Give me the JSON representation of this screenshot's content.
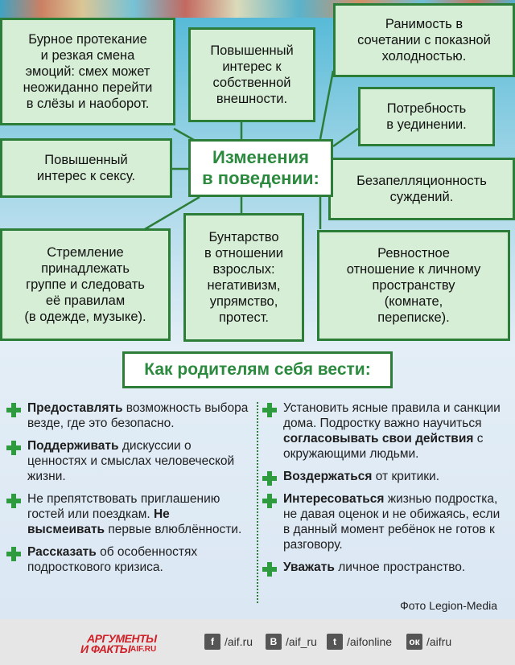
{
  "behavior": {
    "title_line1": "Изменения",
    "title_line2": "в поведении:",
    "boxes": [
      {
        "lines": [
          "Бурное протекание",
          "и резкая смена",
          "эмоций: смех может",
          "неожиданно перейти",
          "в слёзы и наоборот."
        ]
      },
      {
        "lines": [
          "Повышенный",
          "интерес к",
          "собственной",
          "внешности."
        ]
      },
      {
        "lines": [
          "Ранимость в",
          "сочетании с показной",
          "холодностью."
        ]
      },
      {
        "lines": [
          "Потребность",
          "в уединении."
        ]
      },
      {
        "lines": [
          "Повышенный",
          "интерес к сексу."
        ]
      },
      {
        "lines": [
          "Безапелляционность",
          "суждений."
        ]
      },
      {
        "lines": [
          "Стремление",
          "принадлежать",
          "группе и следовать",
          "её правилам",
          "(в одежде, музыке)."
        ]
      },
      {
        "lines": [
          "Бунтарство",
          "в отношении",
          "взрослых:",
          "негативизм,",
          "упрямство,",
          "протест."
        ]
      },
      {
        "lines": [
          "Ревностное",
          "отношение к личному",
          "пространству",
          "(комнате,",
          "переписке)."
        ]
      }
    ]
  },
  "parents": {
    "title": "Как родителям себя вести:",
    "left": [
      {
        "bold": "Предоставлять",
        "rest": " возможность выбора везде, где это безопасно."
      },
      {
        "bold": "Поддерживать",
        "rest": " дискуссии о ценностях и смыслах человеческой жизни."
      },
      {
        "pre": "Не препятствовать приглашению гостей или поездкам. ",
        "bold": "Не высмеивать",
        "rest": " первые влюблённости."
      },
      {
        "bold": "Рассказать",
        "rest": " об особенностях подросткового кризиса."
      }
    ],
    "right": [
      {
        "pre": "Установить ясные правила и санкции дома. Подростку важно научиться ",
        "bold": "согласовывать свои действия",
        "rest": " с окружающими людьми."
      },
      {
        "bold": "Воздержаться",
        "rest": " от критики."
      },
      {
        "bold": "Интересоваться",
        "rest": " жизнью подростка, не давая оценок и не обижаясь, если в данный момент ребёнок не готов к разговору."
      },
      {
        "bold": "Уважать",
        "rest": " личное пространство."
      }
    ]
  },
  "credit": "Фото Legion-Media",
  "footer": {
    "logo_line1": "АРГУМЕНТЫ",
    "logo_line2": "И ФАКТЫ",
    "logo_domain": "AIF.RU",
    "social": [
      {
        "icon": "f",
        "handle": "/aif.ru"
      },
      {
        "icon": "В",
        "handle": "/aif_ru"
      },
      {
        "icon": "t",
        "handle": "/aifonline"
      },
      {
        "icon": "ок",
        "handle": "/aifru"
      }
    ]
  },
  "colors": {
    "accent_green": "#2b8a3e",
    "box_fill": "#d6eed6",
    "logo_red": "#d01f26"
  }
}
